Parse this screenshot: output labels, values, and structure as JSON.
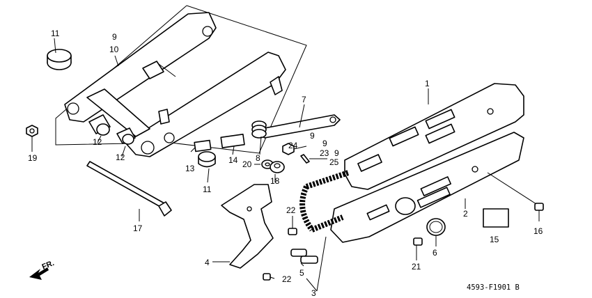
{
  "fr_label": "FR.",
  "diagram_code": "4593-F1901 B",
  "callouts": {
    "c11a": "11",
    "c9a": "9",
    "c10": "10",
    "c19": "19",
    "c12a": "12",
    "c12b": "12",
    "c17": "17",
    "c13": "13",
    "c14": "14",
    "c11b": "11",
    "c7": "7",
    "c9b": "9",
    "c8": "8",
    "c24": "24",
    "c9c": "9",
    "c23": "23",
    "c9d": "9",
    "c20": "20",
    "c25": "25",
    "c18": "18",
    "c1": "1",
    "c2": "2",
    "c22a": "22",
    "c22b": "22",
    "c4": "4",
    "c5": "5",
    "c3": "3",
    "c21": "21",
    "c6": "6",
    "c15": "15",
    "c16": "16"
  }
}
